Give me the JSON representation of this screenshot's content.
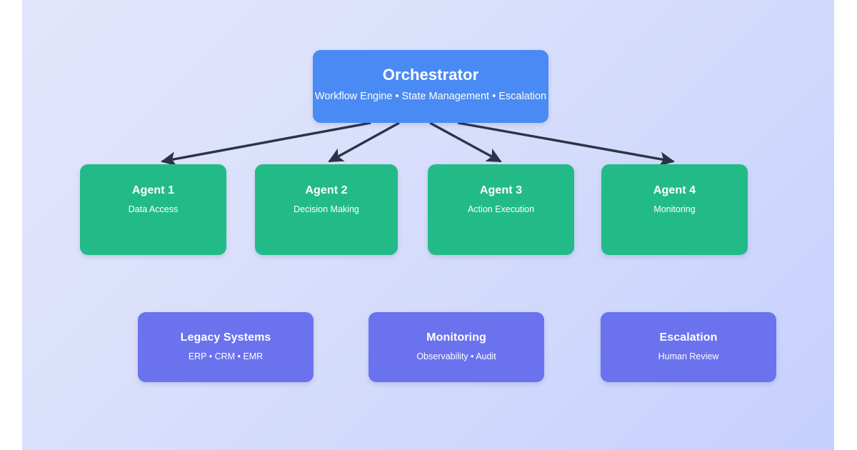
{
  "diagram": {
    "background": {
      "gradient_from": "#e2e6fc",
      "gradient_to": "#c6d0fd"
    },
    "orchestrator": {
      "title": "Orchestrator",
      "subtitle": "Workflow Engine • State Management • Escalation",
      "color": "#4a8af4"
    },
    "agents": {
      "color": "#22bb88",
      "items": [
        {
          "title": "Agent 1",
          "subtitle": "Data Access"
        },
        {
          "title": "Agent 2",
          "subtitle": "Decision Making"
        },
        {
          "title": "Agent 3",
          "subtitle": "Action Execution"
        },
        {
          "title": "Agent 4",
          "subtitle": "Monitoring"
        }
      ]
    },
    "support": {
      "color": "#6b72ee",
      "items": [
        {
          "title": "Legacy Systems",
          "subtitle": "ERP • CRM • EMR"
        },
        {
          "title": "Monitoring",
          "subtitle": "Observability • Audit"
        },
        {
          "title": "Escalation",
          "subtitle": "Human Review"
        }
      ]
    },
    "connectors": {
      "color": "#2b3446",
      "items": [
        {
          "from": "orchestrator",
          "to": "Agent 1"
        },
        {
          "from": "orchestrator",
          "to": "Agent 2"
        },
        {
          "from": "orchestrator",
          "to": "Agent 3"
        },
        {
          "from": "orchestrator",
          "to": "Agent 4"
        }
      ]
    }
  }
}
